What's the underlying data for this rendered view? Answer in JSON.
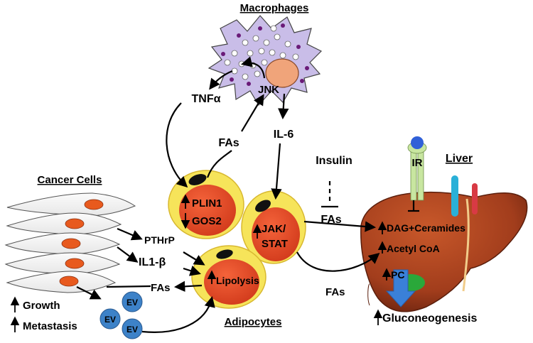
{
  "headings": {
    "macrophages": "Macrophages",
    "cancer_cells": "Cancer Cells",
    "liver": "Liver",
    "adipocytes": "Adipocytes"
  },
  "labels": {
    "jnk": "JNK",
    "tnfa": "TNFα",
    "il6": "IL-6",
    "fas_top": "FAs",
    "insulin": "Insulin",
    "fas_insulin": "FAs",
    "ir": "IR",
    "plin1": "PLIN1",
    "gos2": "GOS2",
    "jak": "JAK/",
    "stat": "STAT",
    "dag": "DAG+Ceramides",
    "acetyl": "Acetyl CoA",
    "pc": "PC",
    "pthrp": "PTHrP",
    "il1b": "IL1-β",
    "lipolysis": "Lipolysis",
    "fas_left": "FAs",
    "fas_bottom": "FAs",
    "ev1": "EV",
    "ev2": "EV",
    "ev3": "EV",
    "growth": "Growth",
    "metastasis": "Metastasis",
    "gluconeogenesis": "Gluconeogenesis"
  },
  "colors": {
    "adipocyte_rim": "#f6e45a",
    "adipocyte_core": "#e84b2a",
    "macrophage": "#c9bde8",
    "liver": "#a8411e",
    "ev": "#3d82c8",
    "receptor": "#c8e6a0"
  }
}
